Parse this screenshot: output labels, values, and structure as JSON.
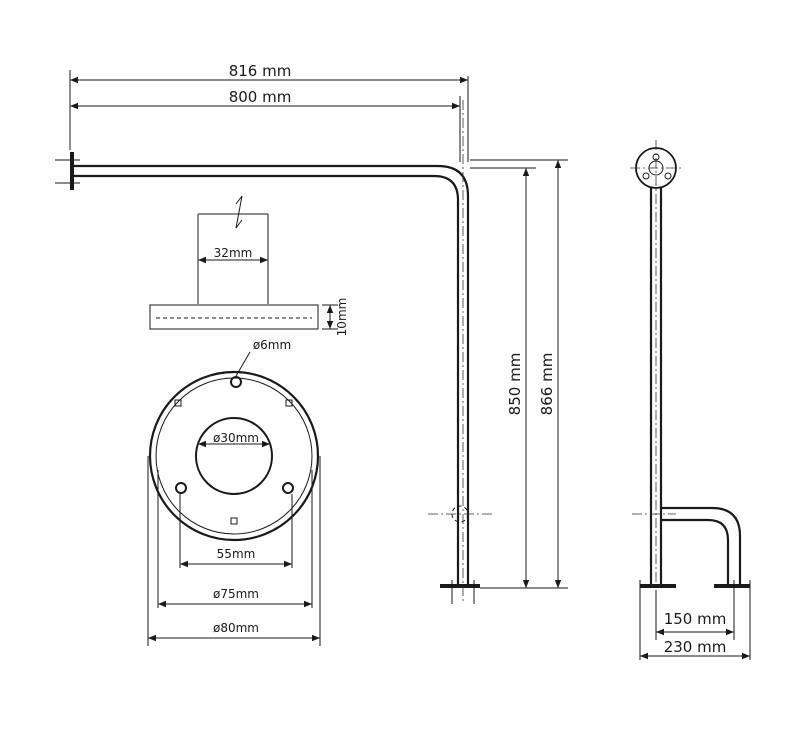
{
  "dimensions": {
    "overall_length": "816 mm",
    "bar_length": "800 mm",
    "height_inner": "850 mm",
    "height_outer": "866 mm",
    "support_width": "150 mm",
    "base_width": "230 mm",
    "plate_inner_width": "32mm",
    "plate_thickness": "10mm",
    "screw_hole": "ø6mm",
    "center_hole": "ø30mm",
    "hole_spacing": "55mm",
    "rosette_inner": "ø75mm",
    "rosette_outer": "ø80mm"
  }
}
